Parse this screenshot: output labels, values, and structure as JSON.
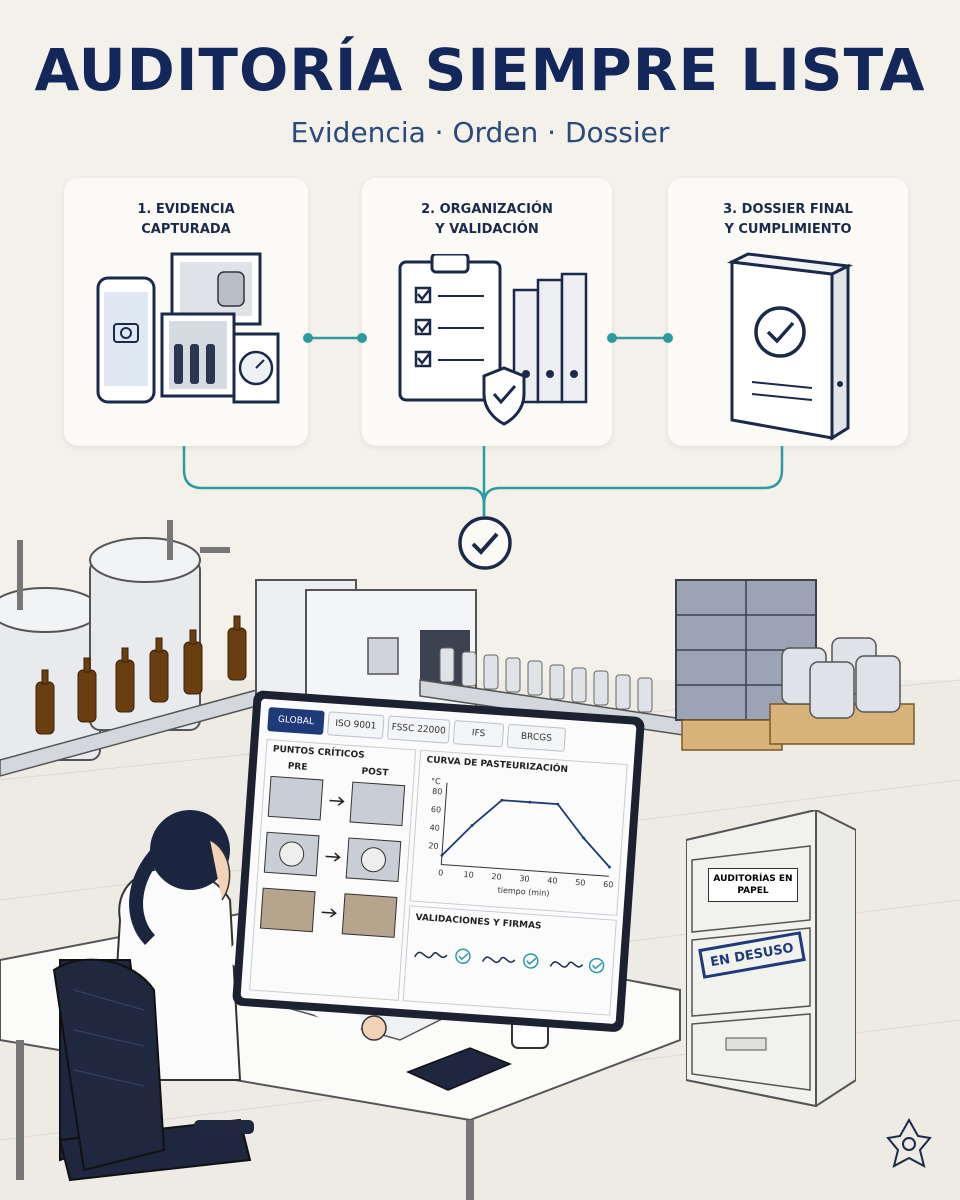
{
  "header": {
    "title": "AUDITORÍA SIEMPRE LISTA",
    "subtitle": "Evidencia · Orden · Dossier"
  },
  "steps": [
    {
      "label": "1. EVIDENCIA\nCAPTURADA"
    },
    {
      "label": "2. ORGANIZACIÓN\nY VALIDACIÓN"
    },
    {
      "label": "3. DOSSIER FINAL\nY CUMPLIMIENTO"
    }
  ],
  "monitor": {
    "tabs": [
      "GLOBAL",
      "ISO 9001",
      "FSSC 22000",
      "IFS",
      "BRCGS"
    ],
    "critical_points": {
      "title": "PUNTOS CRÍTICOS",
      "pre_label": "PRE",
      "post_label": "POST"
    },
    "chart_panel": {
      "title": "CURVA DE PASTEURIZACIÓN",
      "validations_title": "VALIDACIONES Y FIRMAS"
    }
  },
  "chart_data": {
    "type": "line",
    "title": "CURVA DE PASTEURIZACIÓN",
    "xlabel": "tiempo (min)",
    "ylabel": "°C",
    "x": [
      0,
      10,
      20,
      30,
      40,
      50,
      60
    ],
    "xticks": [
      0,
      10,
      20,
      30,
      40,
      50,
      60
    ],
    "yticks": [
      20,
      40,
      60,
      80
    ],
    "xlim": [
      0,
      60
    ],
    "ylim": [
      0,
      90
    ],
    "series": [
      {
        "values": [
          10,
          45,
          75,
          75,
          75,
          40,
          10
        ]
      }
    ]
  },
  "cabinet": {
    "label": "AUDITORÍAS EN PAPEL",
    "stamp": "EN DESUSO"
  },
  "colors": {
    "title": "#14275a",
    "accent": "#2c9aa3",
    "navy": "#1e3a78",
    "check": "#2c9aa3"
  }
}
